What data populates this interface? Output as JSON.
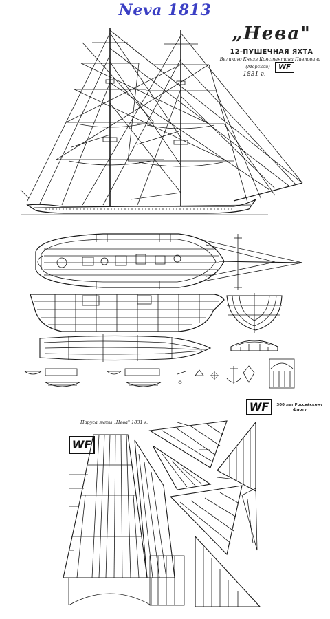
{
  "page": {
    "title": "Neva 1813",
    "title_color": "#3b3fc4"
  },
  "cartouche": {
    "ship_name": "„Нева\"",
    "subtitle": "12-ПУШЕЧНАЯ ЯХТА",
    "line2": "Великого Князя Константина Павловича",
    "line3": "(Морской)",
    "year": "1831 г."
  },
  "logo": {
    "mark": "WF"
  },
  "sail_plan": {
    "title": "Паруса яхты „Нева\" 1831 г.",
    "logo_caption": "300 лет Российскому флоту"
  },
  "colors": {
    "line": "#1a1a1a",
    "background": "#ffffff"
  }
}
